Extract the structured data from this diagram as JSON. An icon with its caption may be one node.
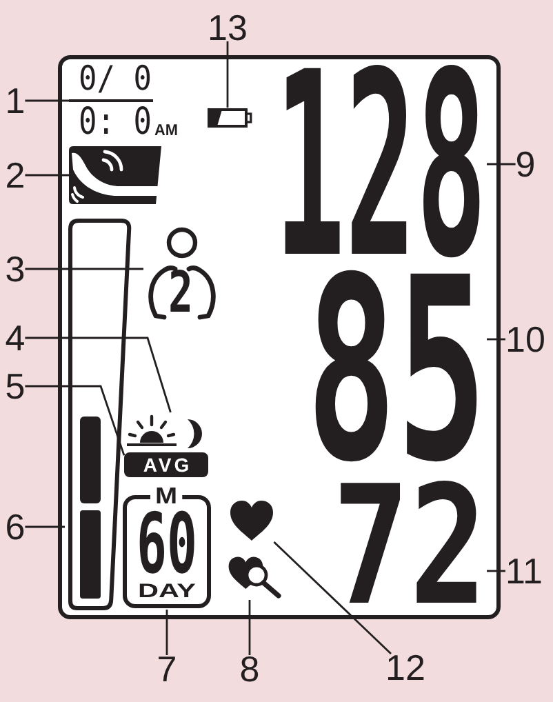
{
  "diagram": {
    "nodes": [
      {
        "text": [],
        "shape": "box"
      },
      {
        "text": [
          "0/ 0",
          "0: 0",
          "AM"
        ],
        "in": 0
      },
      {
        "text": [],
        "shape": "picture",
        "in": 0
      },
      {
        "text": [
          "128"
        ],
        "in": 0
      },
      {
        "text": [],
        "shape": "picture",
        "in": 0
      },
      {
        "text": [
          "2"
        ],
        "in": 0
      },
      {
        "text": [
          "85"
        ],
        "in": 0
      },
      {
        "text": [],
        "shape": "bar",
        "in": 0
      },
      {
        "text": [],
        "shape": "picture",
        "in": 0
      },
      {
        "text": [
          "AVG"
        ],
        "in": 0
      },
      {
        "text": [
          "M",
          "60",
          "DAY"
        ],
        "in": 0
      },
      {
        "text": [],
        "shape": "picture",
        "in": 0
      },
      {
        "text": [
          "72"
        ],
        "in": 0
      },
      {
        "text": [],
        "shape": "picture",
        "in": 0
      },
      {
        "text": [
          "1"
        ]
      },
      {
        "text": [
          "2"
        ]
      },
      {
        "text": [
          "3"
        ]
      },
      {
        "text": [
          "4"
        ]
      },
      {
        "text": [
          "5"
        ]
      },
      {
        "text": [
          "6"
        ]
      },
      {
        "text": [
          "7"
        ]
      },
      {
        "text": [
          "8"
        ]
      },
      {
        "text": [
          "9"
        ]
      },
      {
        "text": [
          "10"
        ]
      },
      {
        "text": [
          "11"
        ]
      },
      {
        "text": [
          "12"
        ]
      },
      {
        "text": [
          "13"
        ]
      }
    ],
    "edges": [
      {
        "from": 14,
        "to": 1,
        "arrow": "none"
      },
      {
        "from": 15,
        "to": 4,
        "arrow": "none"
      },
      {
        "from": 16,
        "to": 5,
        "arrow": "none"
      },
      {
        "from": 17,
        "to": 8,
        "arrow": "none"
      },
      {
        "from": 18,
        "to": 9,
        "arrow": "none"
      },
      {
        "from": 19,
        "to": 7,
        "arrow": "none"
      },
      {
        "from": 20,
        "to": 10,
        "arrow": "none"
      },
      {
        "from": 21,
        "to": 13,
        "arrow": "none"
      },
      {
        "from": 22,
        "to": 3,
        "arrow": "none"
      },
      {
        "from": 23,
        "to": 6,
        "arrow": "none"
      },
      {
        "from": 24,
        "to": 12,
        "arrow": "none"
      },
      {
        "from": 25,
        "to": 11,
        "arrow": "none"
      },
      {
        "from": 26,
        "to": 2,
        "arrow": "none"
      }
    ]
  }
}
